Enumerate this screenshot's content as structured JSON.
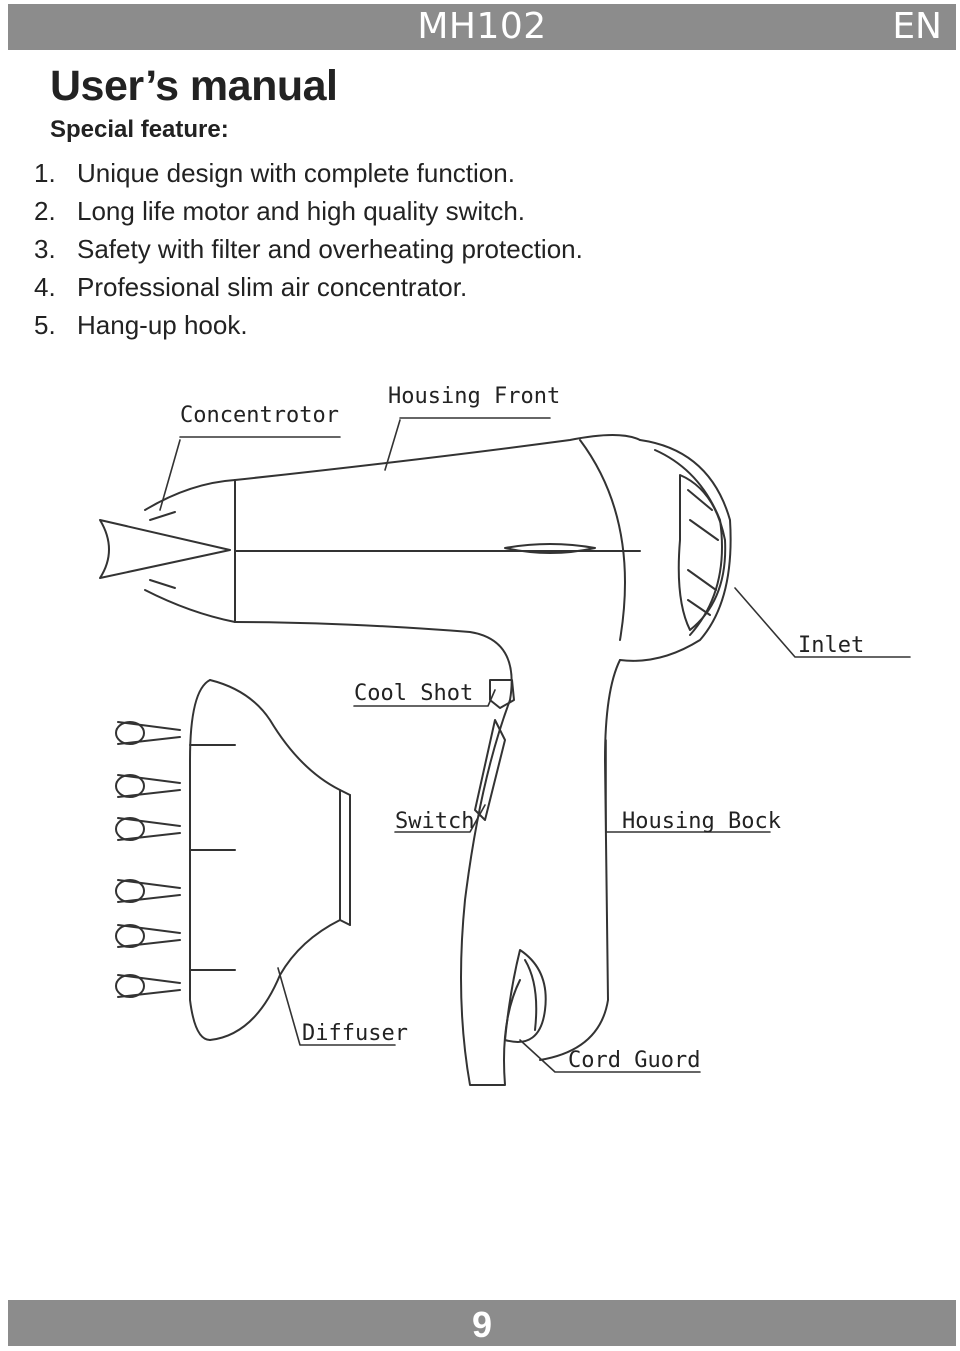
{
  "header": {
    "model": "MH102",
    "language": "EN"
  },
  "title": "User’s manual",
  "subtitle": "Special feature:",
  "features": [
    {
      "num": "1.",
      "text": "Unique design with complete function."
    },
    {
      "num": "2.",
      "text": "Long life motor and high quality switch."
    },
    {
      "num": "3.",
      "text": "Safety with filter and overheating protection."
    },
    {
      "num": "4.",
      "text": "Professional slim air concentrator."
    },
    {
      "num": "5.",
      "text": "Hang-up hook."
    }
  ],
  "diagram": {
    "labels": {
      "concentrator": "Concentrotor",
      "housing_front": "Housing Front",
      "inlet": "Inlet",
      "cool_shot": "Cool Shot",
      "switch": "Switch",
      "housing_back": "Housing Bock",
      "diffuser": "Diffuser",
      "cord_guard": "Cord Guord"
    }
  },
  "footer": {
    "page_number": "9"
  }
}
